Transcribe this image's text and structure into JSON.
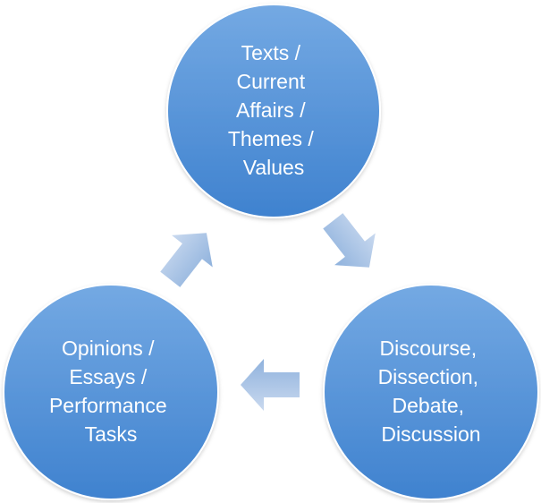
{
  "diagram": {
    "type": "cycle",
    "colors": {
      "node_top": "#74a9e3",
      "node_bottom": "#3f82cf",
      "node_outline": "#ffffff",
      "arrow_top": "#c9d9ef",
      "arrow_bottom": "#8fb2dd",
      "text": "#ffffff",
      "background": "#ffffff"
    },
    "nodes": [
      {
        "id": "texts",
        "lines": [
          "Texts /",
          "Current",
          "Affairs /",
          "Themes /",
          "Values"
        ]
      },
      {
        "id": "discourse",
        "lines": [
          "Discourse,",
          "Dissection,",
          "Debate,",
          "Discussion"
        ]
      },
      {
        "id": "opinions",
        "lines": [
          "Opinions /",
          "Essays /",
          "Performance",
          "Tasks"
        ]
      }
    ],
    "edges": [
      {
        "from": "texts",
        "to": "discourse",
        "icon": "arrow-icon"
      },
      {
        "from": "discourse",
        "to": "opinions",
        "icon": "arrow-icon"
      },
      {
        "from": "opinions",
        "to": "texts",
        "icon": "arrow-icon"
      }
    ]
  }
}
